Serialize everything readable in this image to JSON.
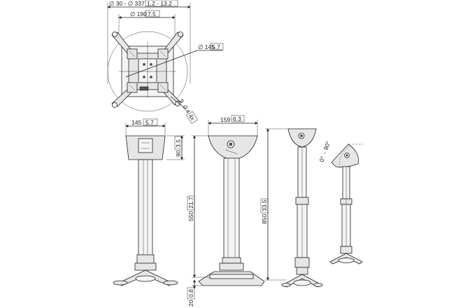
{
  "dimensions": {
    "top_span": {
      "main": "∅ 30 - ∅ 337",
      "alt": "1.2 - 13.2"
    },
    "top_inner": {
      "main": "∅ 190",
      "alt": "7.5"
    },
    "top_hole_circle": {
      "main": "∅ 145",
      "alt": "5.7"
    },
    "top_slot": {
      "main": "9",
      "alt": "0.4"
    },
    "top_slot_count": "4x",
    "front_width": {
      "main": "145",
      "alt": "5.7"
    },
    "front_cup_height": {
      "main": "90",
      "alt": "3.5"
    },
    "side_width": {
      "main": "159",
      "alt": "6.3"
    },
    "side_height": {
      "main": "550",
      "alt": "21.7"
    },
    "side_base": {
      "main": "20",
      "alt": "0.8"
    },
    "max_height": {
      "main": "850",
      "alt": "33.5"
    },
    "tilt": {
      "main": "0°",
      "alt": "90°"
    }
  }
}
